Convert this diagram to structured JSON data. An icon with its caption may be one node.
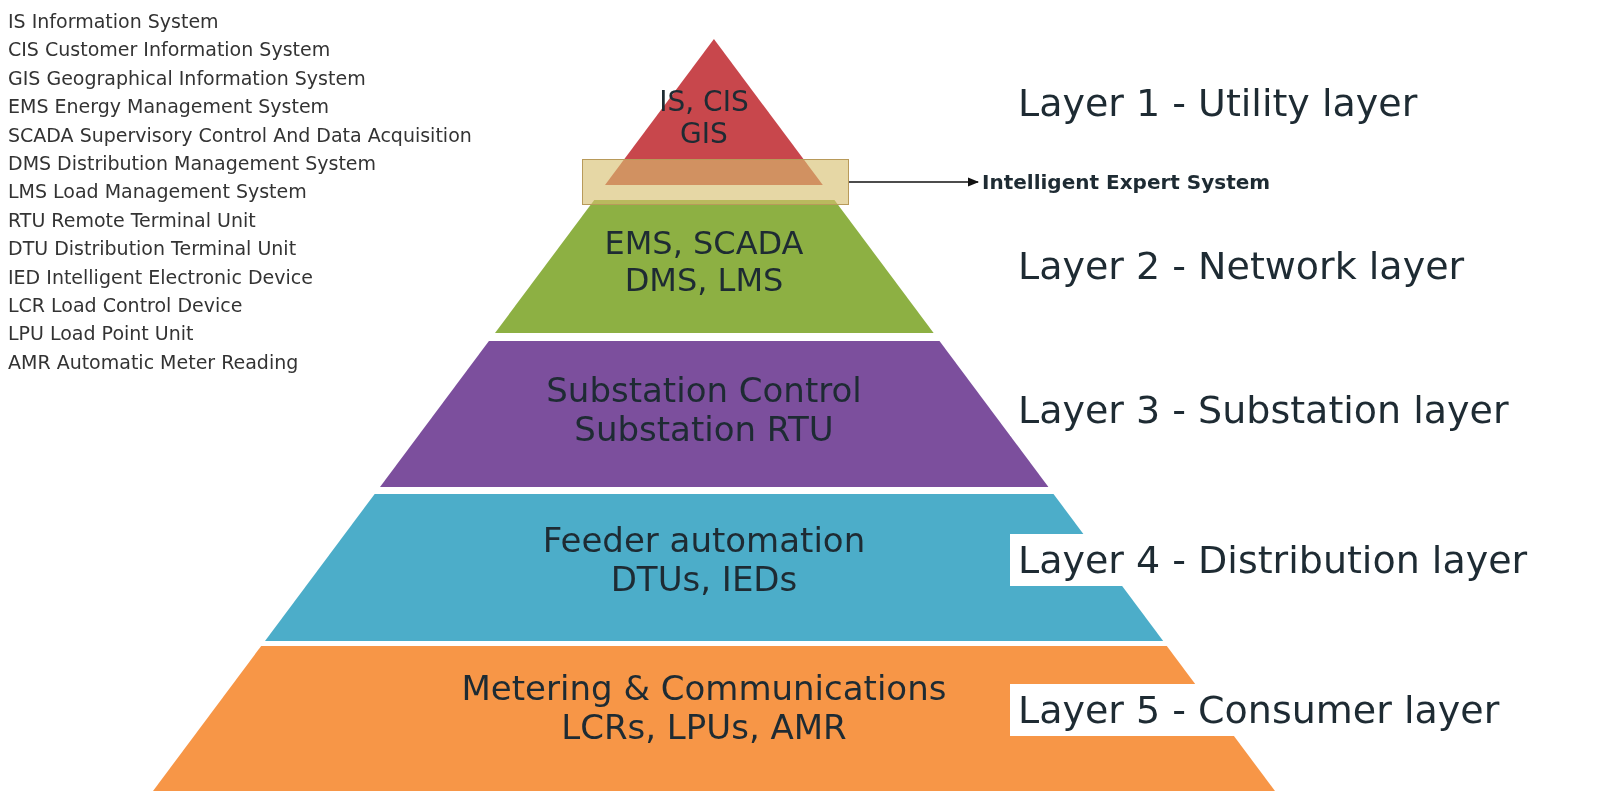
{
  "diagram": {
    "nodes": [
      {
        "text": [
          "IS, CIS GIS"
        ]
      },
      {
        "text": [],
        "shape": "box"
      },
      {
        "text": [
          "Intelligent Expert System"
        ]
      },
      {
        "text": [
          "EMS, SCADA DMS, LMS"
        ],
        "beside": [
          "Layer 2 - Network layer"
        ]
      },
      {
        "text": [
          "Substation Control Substation RTU"
        ],
        "beside": [
          "Layer 3 - Substation layer"
        ]
      },
      {
        "text": [
          "Feeder automation DTUs, IEDs"
        ],
        "beside": [
          "Layer 4 - Distribution layer"
        ]
      },
      {
        "text": [
          "Metering & Communications LCRs, LPUs, AMR"
        ],
        "beside": [
          "Layer 5 - Consumer layer"
        ]
      }
    ],
    "edges": [
      {
        "from": 1,
        "to": 2,
        "arrow": "to"
      }
    ],
    "labels": [
      "IS Information System",
      "CIS Customer Information System",
      "GIS Geographical Information System",
      "EMS Energy Management System",
      "SCADA Supervisory Control And Data Acquisition",
      "DMS Distribution Management System",
      "LMS Load Management System",
      "RTU Remote Terminal Unit",
      "DTU Distribution Terminal Unit",
      "IED Intelligent Electronic Device",
      "LCR Load Control Device",
      "LPU Load Point Unit",
      "AMR Automatic Meter Reading",
      "Layer 1 - Utility layer"
    ]
  }
}
